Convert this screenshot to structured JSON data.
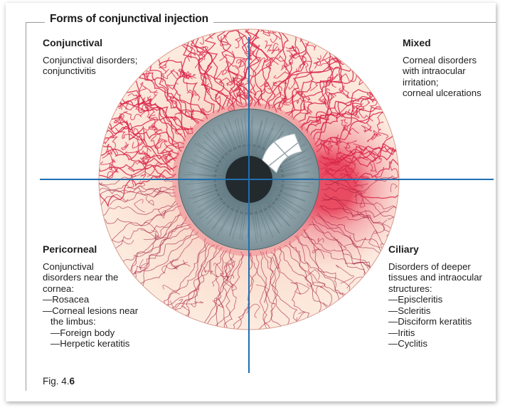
{
  "title": "Forms of conjunctival injection",
  "quadrants": {
    "conjunctival": {
      "heading": "Conjunctival",
      "lines": [
        "Conjunctival disorders;",
        "conjunctivitis"
      ]
    },
    "mixed": {
      "heading": "Mixed",
      "lines": [
        "Corneal disorders",
        "with intraocular",
        "irritation;",
        "corneal ulcerations"
      ]
    },
    "pericorneal": {
      "heading": "Pericorneal",
      "lines": [
        "Conjunctival",
        "disorders near the",
        "cornea:",
        "—Rosacea",
        "—Corneal lesions near",
        "the limbus:",
        "—Foreign body",
        "—Herpetic keratitis"
      ]
    },
    "ciliary": {
      "heading": "Ciliary",
      "lines": [
        "Disorders of deeper",
        "tissues and intraocular",
        "structures:",
        "—Episcleritis",
        "—Scleritis",
        "—Disciform keratitis",
        "—Iritis",
        "—Cyclitis"
      ]
    }
  },
  "figure": {
    "prefix": "Fig. 4.",
    "number": "6"
  },
  "colors": {
    "vessel_red": "#d8264a",
    "vessel_dark": "#a2163a",
    "sclera": "#fbe6d6",
    "iris": "#8a9ea6",
    "pupil": "#232a2e",
    "axis_blue": "#1f6fb2"
  }
}
